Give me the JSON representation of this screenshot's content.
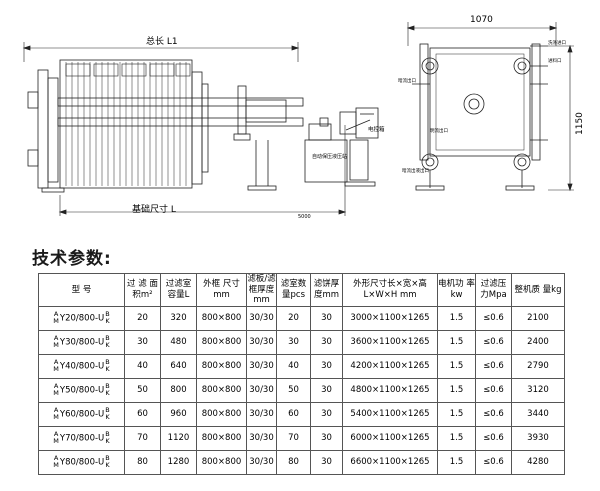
{
  "drawing": {
    "front_view": {
      "total_length_label": "总长 L1",
      "foundation_label": "基础尺寸 L",
      "foundation_dim_value": "5000",
      "control_box_label": "电控箱",
      "hydraulic_station_label": "自动保压液压站"
    },
    "side_view": {
      "width_dim": "1070",
      "height_dim": "1150",
      "callouts": [
        "洗涤进口",
        "进料口",
        "明流出口",
        "暗流出口",
        "暗流出液出口"
      ]
    }
  },
  "section_title": "技术参数:",
  "table": {
    "headers": [
      "型 号",
      "过 滤 面积m²",
      "过滤室 容量L",
      "外框 尺寸mm",
      "滤板/滤框厚度mm",
      "滤室数 量pcs",
      "滤饼厚 度mm",
      "外形尺寸长×宽×高 L×W×H mm",
      "电机功 率 kw",
      "过滤压 力Mpa",
      "整机质 量kg"
    ],
    "rows": [
      {
        "pre_top": "A",
        "pre_bottom": "M",
        "model": "Y20/800-U",
        "post_top": "B",
        "post_bottom": "K",
        "area": "20",
        "volume": "320",
        "frame": "800×800",
        "thickness": "30/30",
        "chambers": "20",
        "cake": "30",
        "dims": "3000×1100×1265",
        "power": "1.5",
        "pressure": "≤0.6",
        "weight": "2100"
      },
      {
        "pre_top": "A",
        "pre_bottom": "M",
        "model": "Y30/800-U",
        "post_top": "B",
        "post_bottom": "K",
        "area": "30",
        "volume": "480",
        "frame": "800×800",
        "thickness": "30/30",
        "chambers": "30",
        "cake": "30",
        "dims": "3600×1100×1265",
        "power": "1.5",
        "pressure": "≤0.6",
        "weight": "2400"
      },
      {
        "pre_top": "A",
        "pre_bottom": "M",
        "model": "Y40/800-U",
        "post_top": "B",
        "post_bottom": "K",
        "area": "40",
        "volume": "640",
        "frame": "800×800",
        "thickness": "30/30",
        "chambers": "40",
        "cake": "30",
        "dims": "4200×1100×1265",
        "power": "1.5",
        "pressure": "≤0.6",
        "weight": "2790"
      },
      {
        "pre_top": "A",
        "pre_bottom": "M",
        "model": "Y50/800-U",
        "post_top": "B",
        "post_bottom": "K",
        "area": "50",
        "volume": "800",
        "frame": "800×800",
        "thickness": "30/30",
        "chambers": "50",
        "cake": "30",
        "dims": "4800×1100×1265",
        "power": "1.5",
        "pressure": "≤0.6",
        "weight": "3120"
      },
      {
        "pre_top": "A",
        "pre_bottom": "M",
        "model": "Y60/800-U",
        "post_top": "B",
        "post_bottom": "K",
        "area": "60",
        "volume": "960",
        "frame": "800×800",
        "thickness": "30/30",
        "chambers": "60",
        "cake": "30",
        "dims": "5400×1100×1265",
        "power": "1.5",
        "pressure": "≤0.6",
        "weight": "3440"
      },
      {
        "pre_top": "A",
        "pre_bottom": "M",
        "model": "Y70/800-U",
        "post_top": "B",
        "post_bottom": "K",
        "area": "70",
        "volume": "1120",
        "frame": "800×800",
        "thickness": "30/30",
        "chambers": "70",
        "cake": "30",
        "dims": "6000×1100×1265",
        "power": "1.5",
        "pressure": "≤0.6",
        "weight": "3930"
      },
      {
        "pre_top": "A",
        "pre_bottom": "M",
        "model": "Y80/800-U",
        "post_top": "B",
        "post_bottom": "K",
        "area": "80",
        "volume": "1280",
        "frame": "800×800",
        "thickness": "30/30",
        "chambers": "80",
        "cake": "30",
        "dims": "6600×1100×1265",
        "power": "1.5",
        "pressure": "≤0.6",
        "weight": "4280"
      }
    ]
  }
}
